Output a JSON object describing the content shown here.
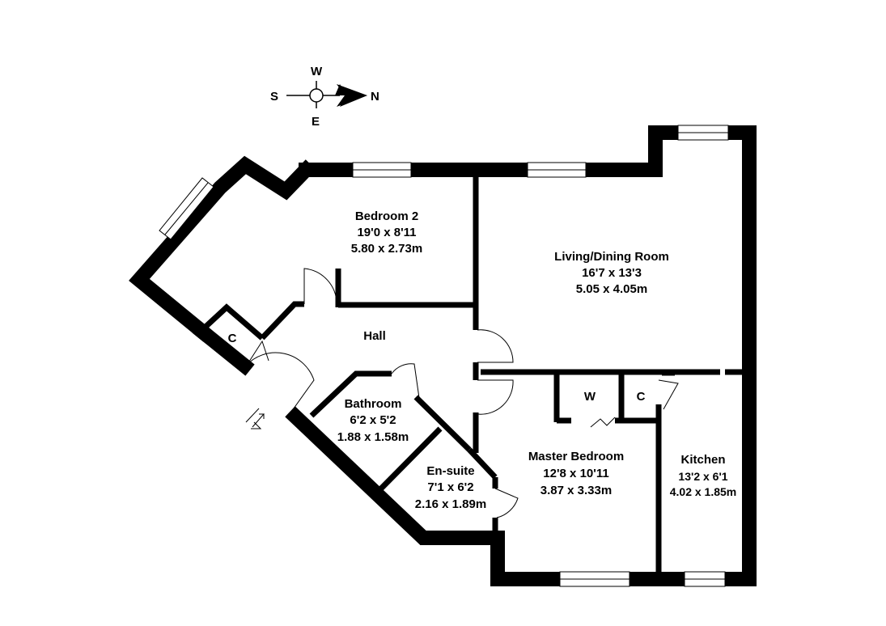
{
  "compass": {
    "north": "N",
    "south": "S",
    "east": "E",
    "west": "W"
  },
  "rooms": {
    "bedroom2": {
      "name": "Bedroom 2",
      "imperial": "19'0 x 8'11",
      "metric": "5.80 x 2.73m"
    },
    "living": {
      "name": "Living/Dining Room",
      "imperial": "16'7 x 13'3",
      "metric": "5.05 x 4.05m"
    },
    "hall": {
      "name": "Hall"
    },
    "bathroom": {
      "name": "Bathroom",
      "imperial": "6'2 x 5'2",
      "metric": "1.88 x 1.58m"
    },
    "ensuite": {
      "name": "En-suite",
      "imperial": "7'1 x 6'2",
      "metric": "2.16 x 1.89m"
    },
    "master": {
      "name": "Master Bedroom",
      "imperial": "12'8 x 10'11",
      "metric": "3.87 x 3.33m"
    },
    "kitchen": {
      "name": "Kitchen",
      "imperial": "13'2 x 6'1",
      "metric": "4.02 x 1.85m"
    }
  },
  "cupboards": {
    "hall_cupboard": "C",
    "wardrobe": "W",
    "bedroom_cupboard": "C"
  }
}
